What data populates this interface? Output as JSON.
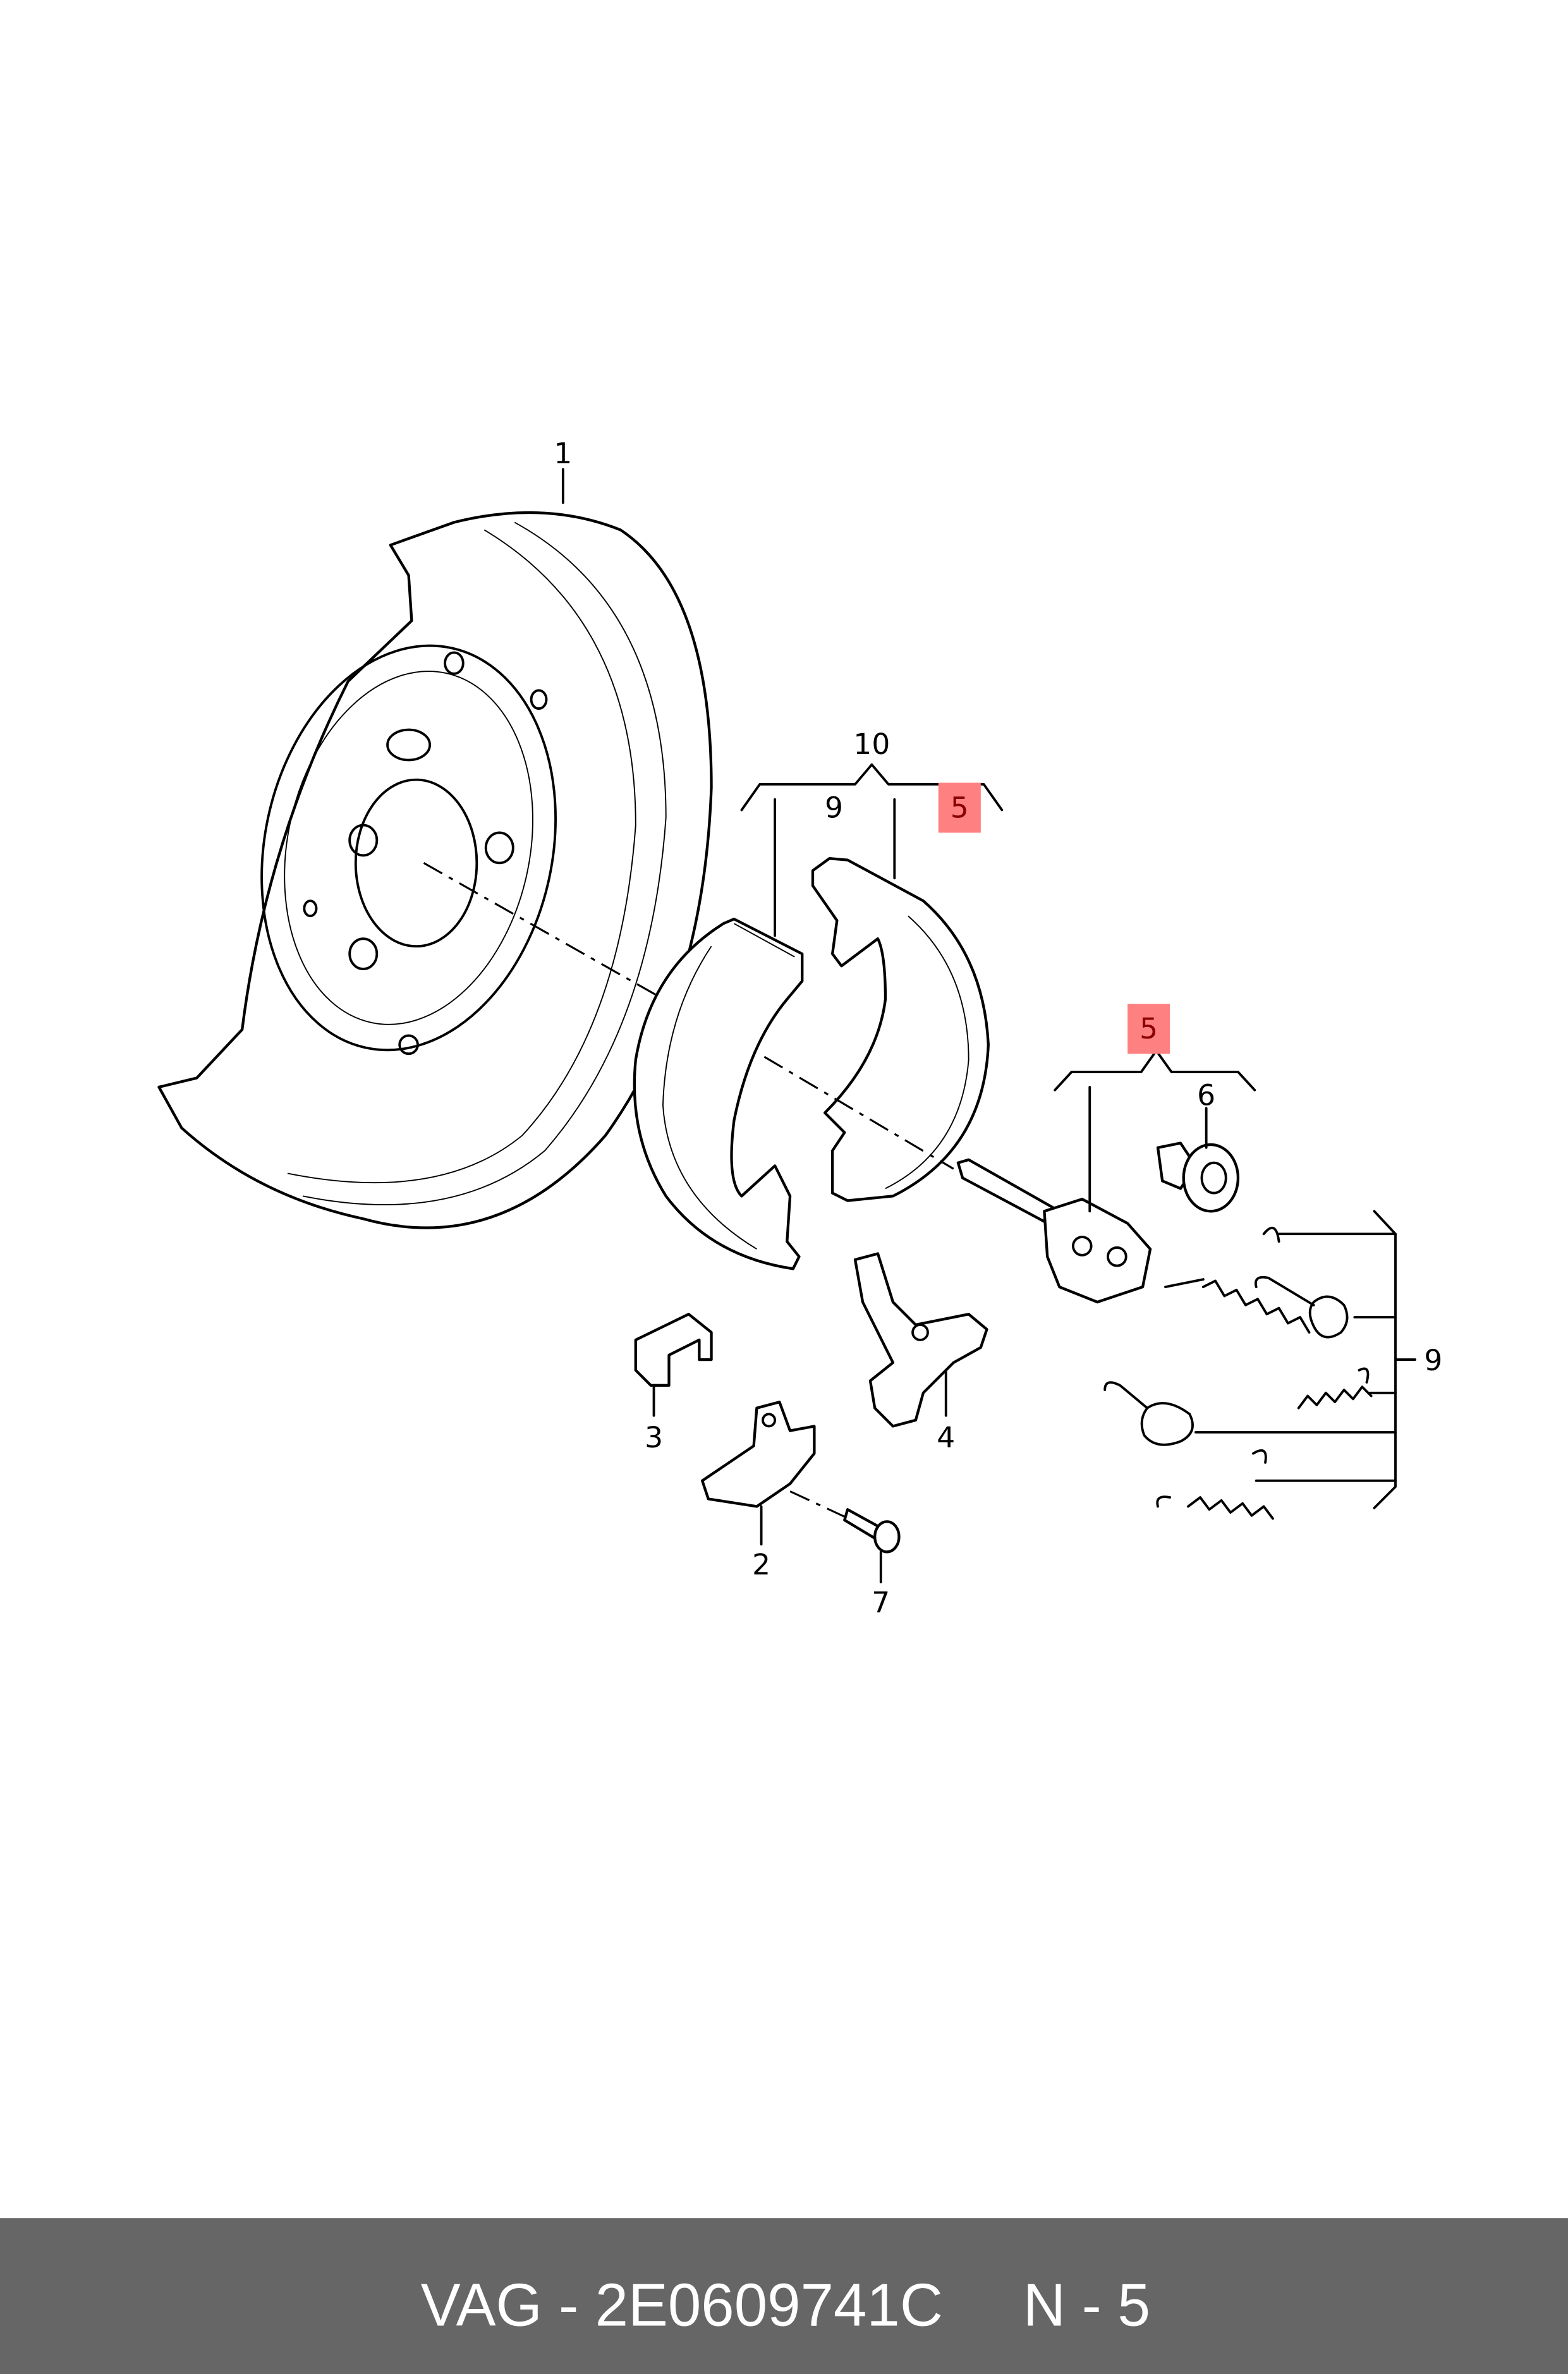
{
  "diagram": {
    "callouts": {
      "backing_plate": "1",
      "shoe_set": "10",
      "shoe_set_springs": "9",
      "shoe_set_adjuster": "5",
      "adjuster": "5",
      "adjuster_nut": "6",
      "springs": "9",
      "clip": "3",
      "lever": "4",
      "bracket": "2",
      "screw": "7"
    },
    "highlight_color": "#ff8080"
  },
  "footer": {
    "brand": "VAG",
    "part_number": "2E0609741C",
    "position": "N - 5",
    "text": "VAG - 2E0609741C",
    "background": "#666666"
  }
}
